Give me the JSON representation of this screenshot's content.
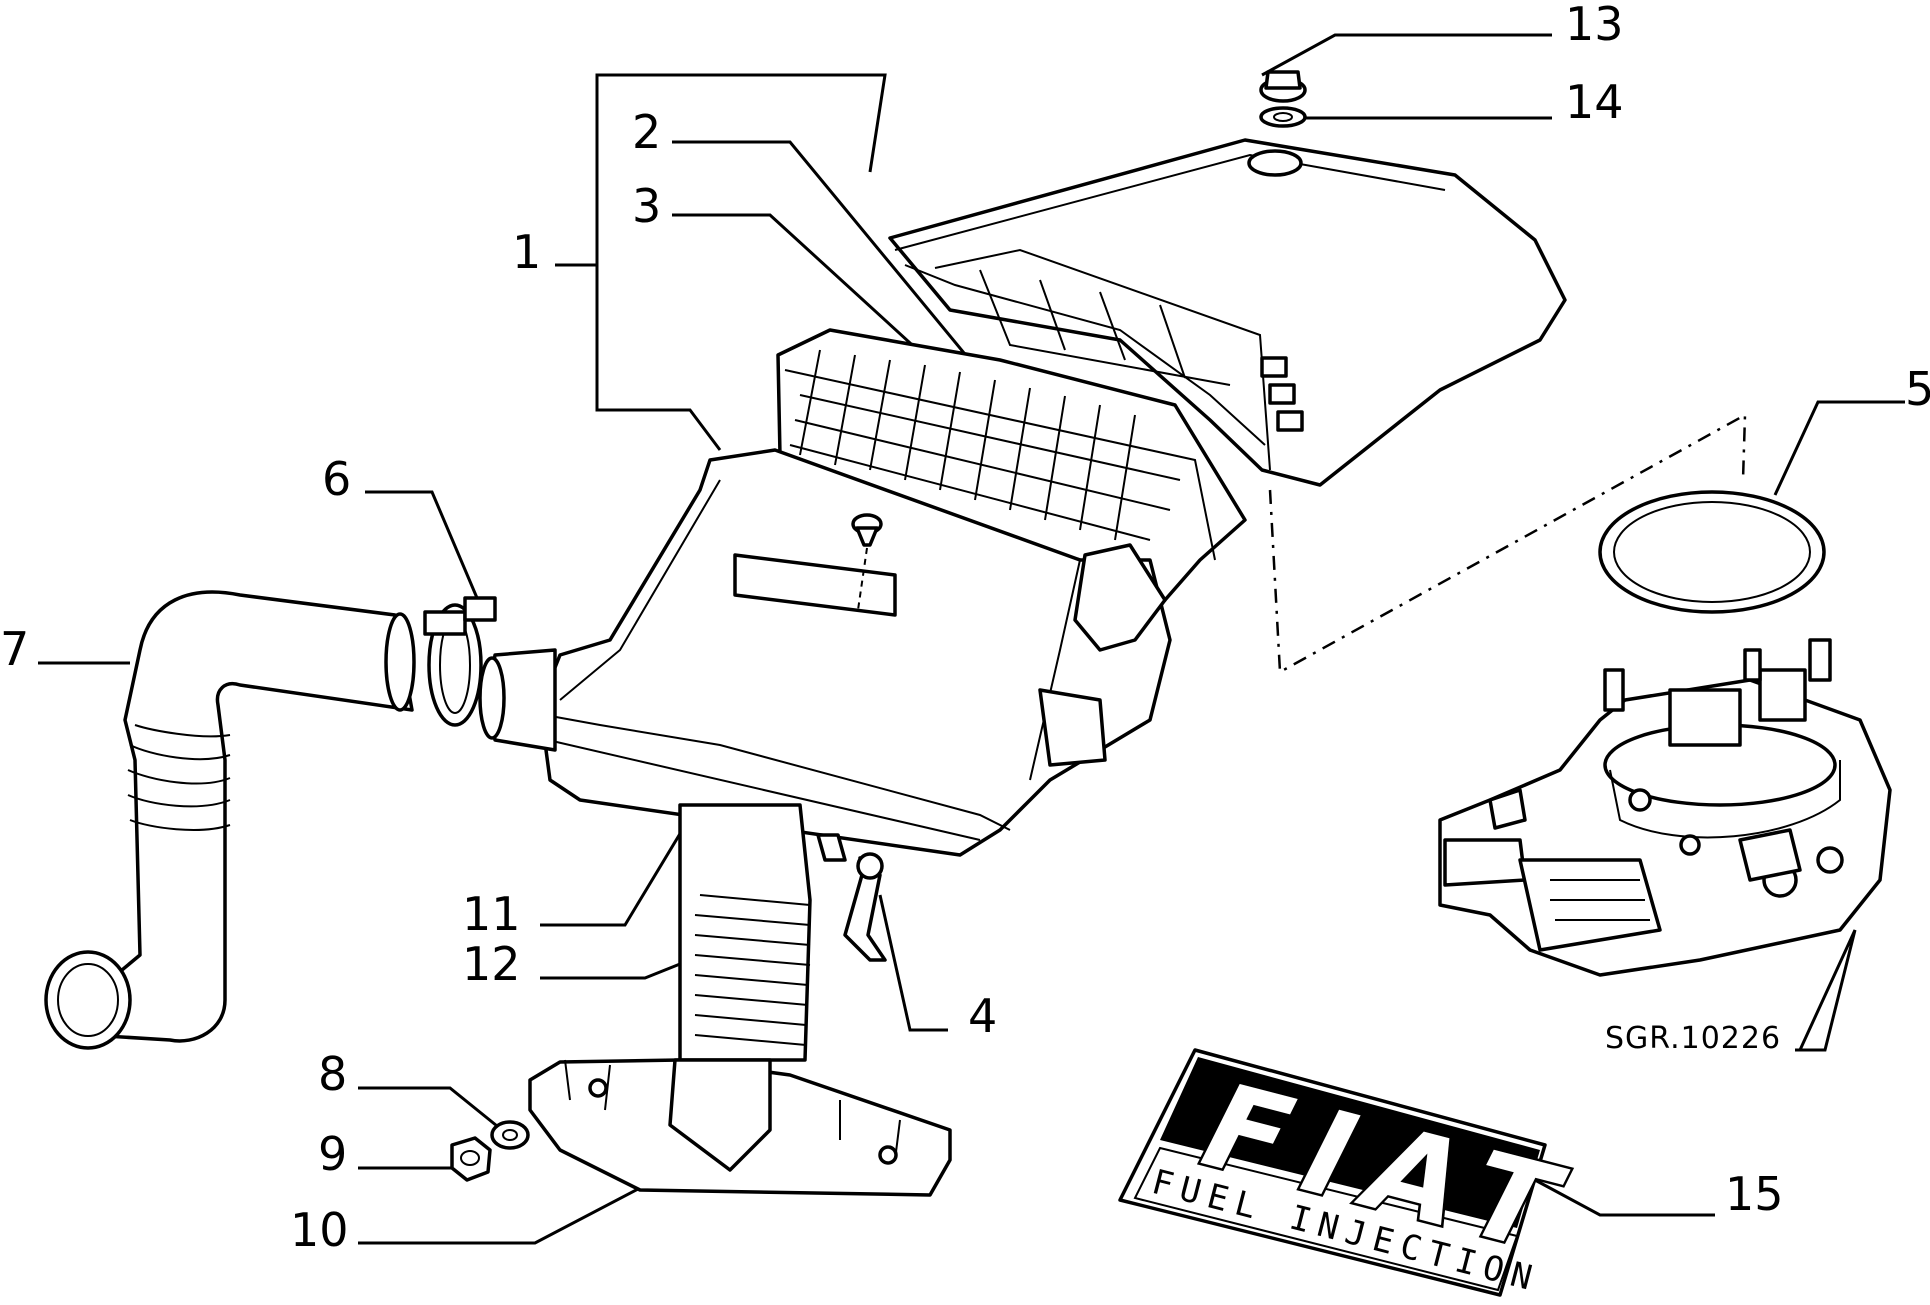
{
  "callouts": {
    "c1": "1",
    "c2": "2",
    "c3": "3",
    "c4": "4",
    "c5": "5",
    "c6": "6",
    "c7": "7",
    "c8": "8",
    "c9": "9",
    "c10": "10",
    "c11": "11",
    "c12": "12",
    "c13": "13",
    "c14": "14",
    "c15": "15"
  },
  "drawing_code": "SGR.10226",
  "badge": {
    "brand": "FIAT",
    "subtitle": "FUEL INJECTION"
  }
}
